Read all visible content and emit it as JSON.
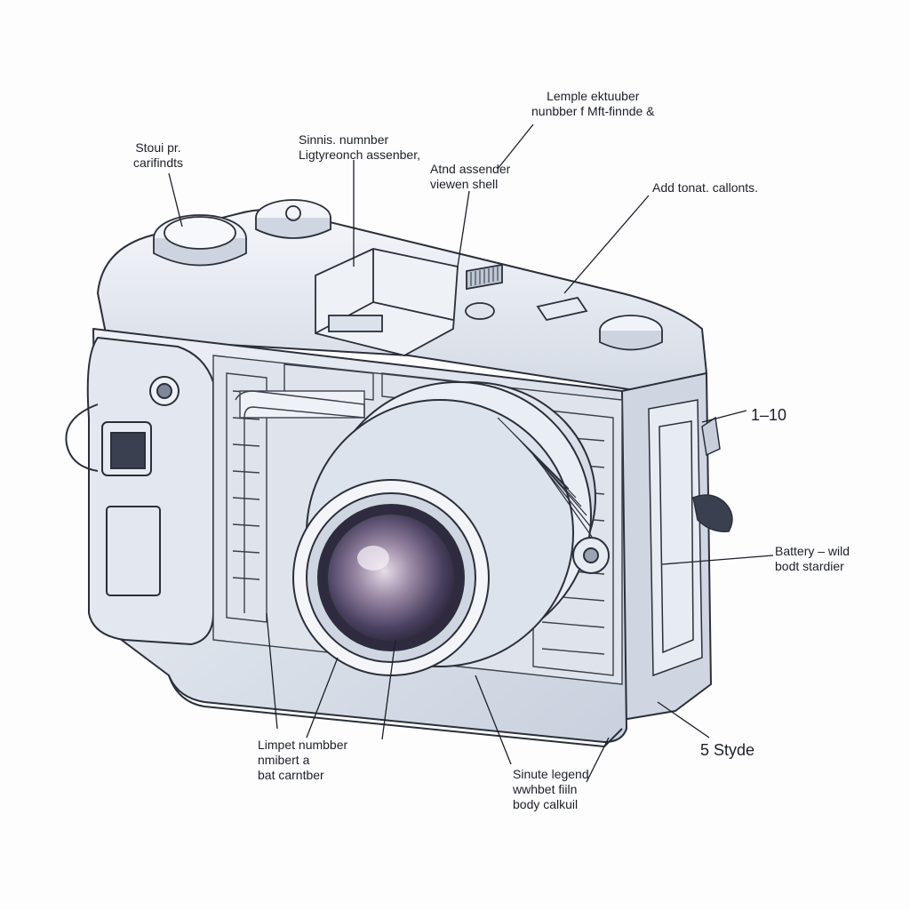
{
  "callouts": {
    "top_left": [
      "Stoui pr.",
      "carifindts"
    ],
    "top_mid_left": [
      "Sinnis. numnber",
      "Ligtyreonch assenber,"
    ],
    "top_mid": [
      "Atnd assender",
      "viewen shell"
    ],
    "top_right": [
      "Lemple ektuuber",
      "nunbber f Mft-finnde &"
    ],
    "right_top": [
      "Add tonat. callonts."
    ],
    "right_range": "1–10",
    "right_battery": [
      "Battery – wild",
      "bodt stardier"
    ],
    "right_bottom": "5 Styde",
    "bottom_left": [
      "Limpet numbber",
      "nmibert a",
      "bat carntber"
    ],
    "bottom_mid": [
      "Sinute legend",
      "wwhbet fiiln",
      "body calkuil"
    ]
  },
  "body_text": {
    "viewfinder_front": "\\ .\\ .\\ .\\ ."
  },
  "colors": {
    "ink": "#1c1f26",
    "body": "#d9dfe9",
    "body_dark": "#aeb7c7",
    "lens_glass": "#3b3550",
    "lens_tint": "#7a6c8e"
  }
}
